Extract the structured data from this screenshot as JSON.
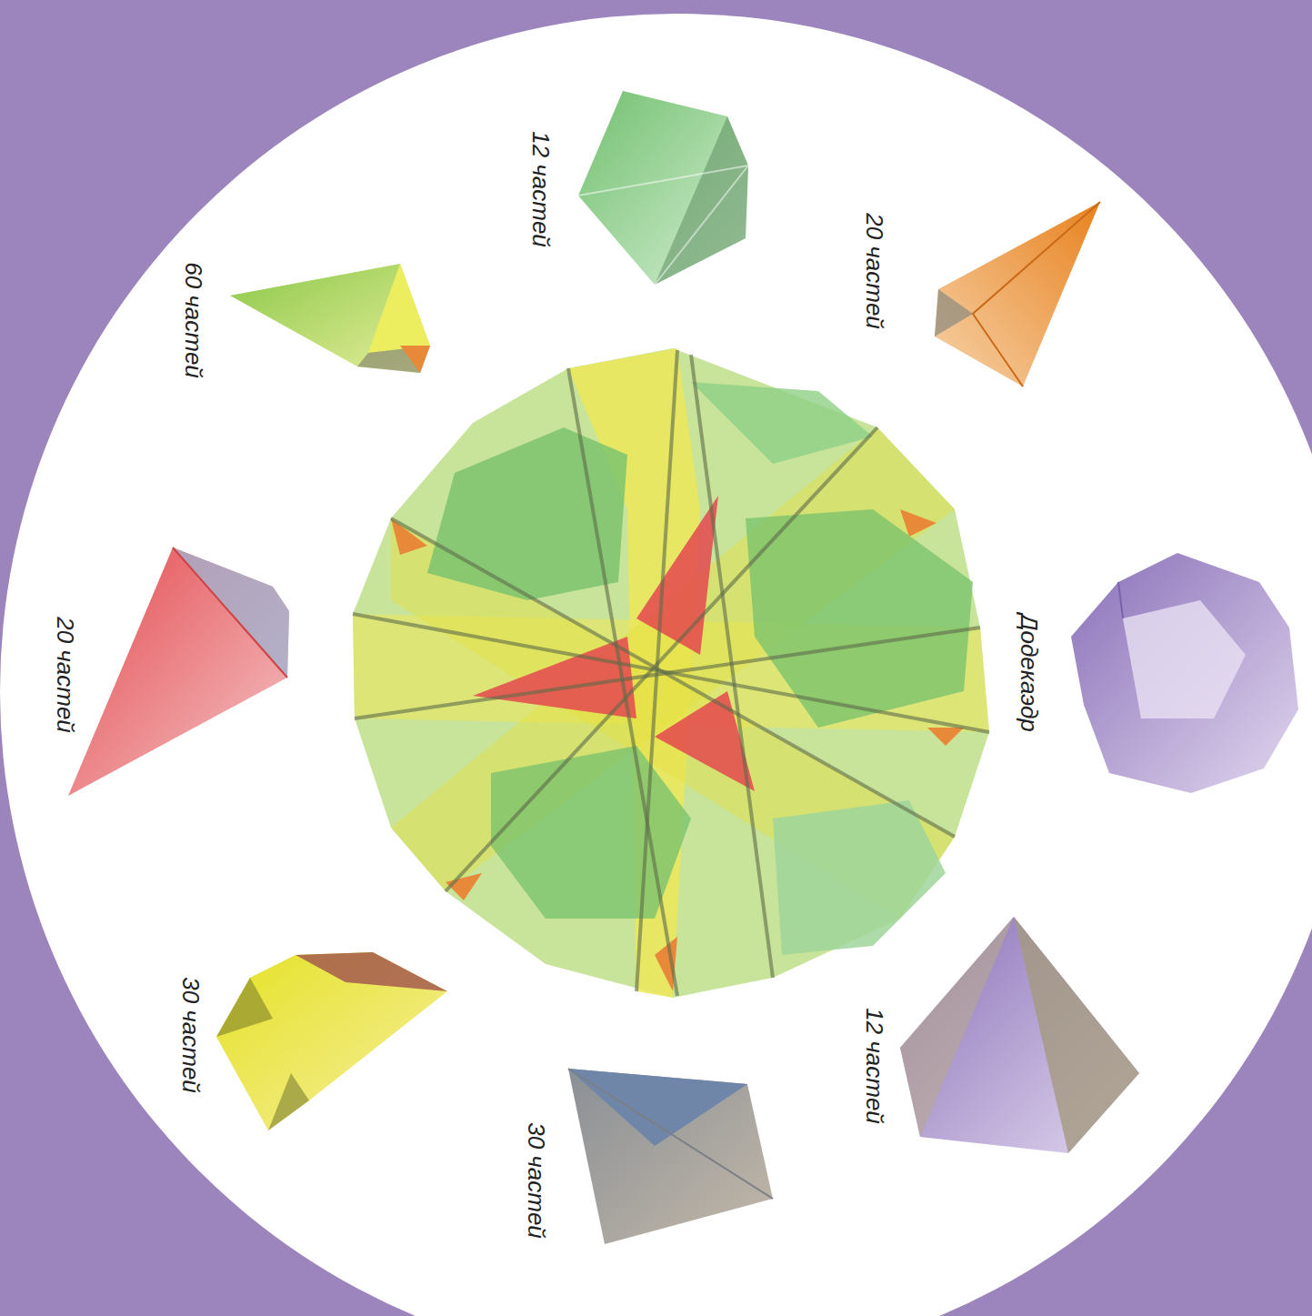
{
  "diagram": {
    "labels": [
      "12 частей",
      "20 частей",
      "60 частей",
      "Додекаэдр",
      "20 частей",
      "30 частей",
      "12 частей",
      "30 частей"
    ]
  }
}
